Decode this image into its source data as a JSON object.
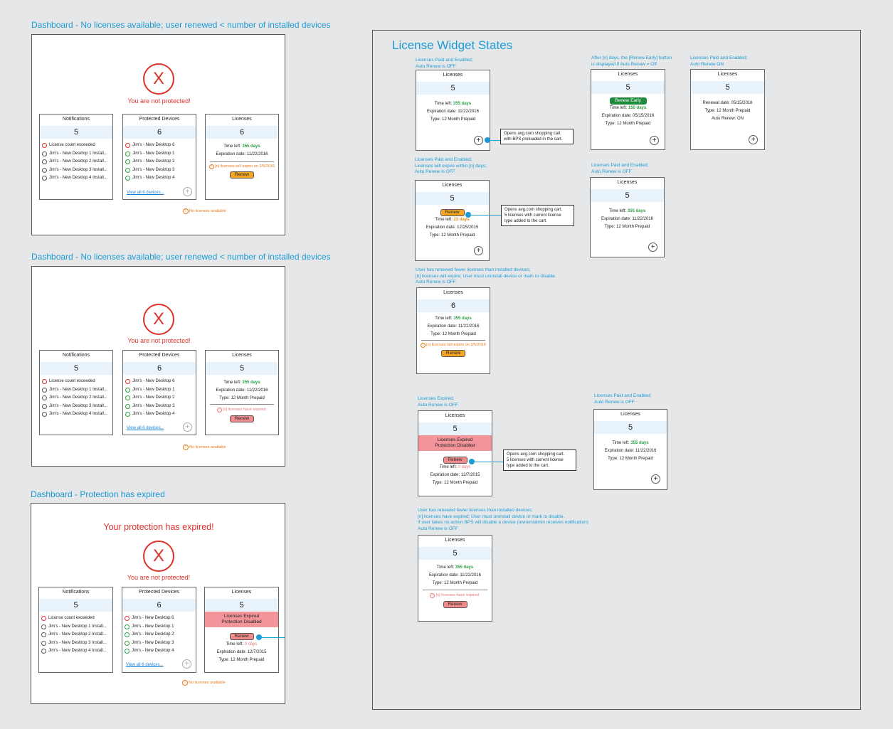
{
  "dash1": {
    "title": "Dashboard - No licenses available; user renewed < number of installed devices",
    "not_protected": "You are not protected!",
    "x": "X",
    "notif": {
      "title": "Notifications",
      "count": "5",
      "items": [
        "License count exceeded",
        "Jim's - New Desktop 1 Install...",
        "Jim's - New Desktop 2 Install...",
        "Jim's - New Desktop 3 Install...",
        "Jim's - New Desktop 4 Install..."
      ]
    },
    "devices": {
      "title": "Protected Devices",
      "count": "6",
      "items": [
        "Jim's - New Desktop 6",
        "Jim's - New Desktop 1",
        "Jim's - New Desktop 2",
        "Jim's - New Desktop 3",
        "Jim's - New Desktop 4"
      ],
      "view_all": "View all 6 devices..."
    },
    "lic": {
      "title": "Licenses",
      "count": "6",
      "time_label": "Time left:",
      "time_value": "355 days",
      "exp_label": "Expiration date:",
      "exp_value": "11/22/2016",
      "warn": "[n] licenses will expire on 2/5/2016",
      "renew": "Renew"
    },
    "nolic": "No licenses available"
  },
  "dash2": {
    "title": "Dashboard - No licenses available; user renewed < number of installed devices",
    "not_protected": "You are not protected!",
    "x": "X",
    "notif": {
      "title": "Notifications",
      "count": "5",
      "items": [
        "License count exceeded",
        "Jim's - New Desktop 1 Install...",
        "Jim's - New Desktop 2 Install...",
        "Jim's - New Desktop 3 Install...",
        "Jim's - New Desktop 4 Install..."
      ]
    },
    "devices": {
      "title": "Protected Devices",
      "count": "6",
      "items": [
        "Jim's - New Desktop 6",
        "Jim's - New Desktop 1",
        "Jim's - New Desktop 2",
        "Jim's - New Desktop 3",
        "Jim's - New Desktop 4"
      ],
      "view_all": "View all 6 devices..."
    },
    "lic": {
      "title": "Licenses",
      "count": "5",
      "time_label": "Time left:",
      "time_value": "355 days",
      "exp_label": "Expiration date:",
      "exp_value": "11/22/2016",
      "type": "Type: 12 Month Prepaid",
      "warn": "[n] licenses have expired.",
      "renew": "Renew"
    },
    "nolic": "No licenses available"
  },
  "dash3": {
    "title": "Dashboard - Protection has expired",
    "expired": "Your protection has expired!",
    "not_protected": "You are not protected!",
    "x": "X",
    "notif": {
      "title": "Notifications",
      "count": "5",
      "items": [
        "License count exceeded",
        "Jim's - New Desktop 1 Install...",
        "Jim's - New Desktop 2 Install...",
        "Jim's - New Desktop 3 Install...",
        "Jim's - New Desktop 4 Install..."
      ]
    },
    "devices": {
      "title": "Protected Devices",
      "count": "6",
      "items": [
        "Jim's - New Desktop 6",
        "Jim's - New Desktop 1",
        "Jim's - New Desktop 2",
        "Jim's - New Desktop 3",
        "Jim's - New Desktop 4"
      ],
      "view_all": "View all 6 devices..."
    },
    "lic": {
      "title": "Licenses",
      "count": "5",
      "banner1": "Licenses Expired",
      "banner2": "Protection Disabled",
      "renew": "Renew",
      "time_label": "Time left:",
      "time_value": "0 days",
      "exp_label": "Expiration date:",
      "exp_value": "12/7/2015",
      "type": "Type: 12 Month Prepaid"
    },
    "nolic": "No licenses available"
  },
  "panel": {
    "title": "License Widget States",
    "w1": {
      "note": [
        "Licenses Paid and Enabled;",
        "Auto Renew is OFF"
      ],
      "title": "Licenses",
      "count": "5",
      "time_label": "Time left:",
      "time_value": "355 days",
      "exp": "Expiration date: 11/22/2016",
      "type": "Type: 12 Month Prepaid",
      "callout": [
        "Opens avg.com shopping cart",
        "with BPS preloaded in the cart."
      ]
    },
    "w2": {
      "note": [
        "Licenses Paid and Enabled;",
        "Licenses will expire within [n] days;",
        "Auto Renew is OFF"
      ],
      "title": "Licenses",
      "count": "5",
      "renew": "Renew",
      "time_label": "Time left:",
      "time_value": "23 days",
      "exp": "Expiration date: 12/25/2015",
      "type": "Type: 12 Month Prepaid",
      "callout": [
        "Opens avg.com shopping cart.",
        "5 licenses with current license",
        "type added to the cart."
      ]
    },
    "w3": {
      "note": [
        "User has renewed fewer licenses than installed devices;",
        "[n] licenses will expire; User must uninstall device or mark to disable.",
        "Auto Renew is OFF"
      ],
      "title": "Licenses",
      "count": "6",
      "time_label": "Time left:",
      "time_value": "355 days",
      "exp": "Expiration date: 11/22/2016",
      "type": "Type: 12 Month Prepaid",
      "warn": "[n] licenses will expire on 2/5/2016",
      "renew": "Renew"
    },
    "w4": {
      "note": [
        "Licenses Expired;",
        "Auto Renew is OFF"
      ],
      "title": "Licenses",
      "count": "5",
      "banner1": "Licenses Expired",
      "banner2": "Protection Disabled",
      "renew": "Renew",
      "time_label": "Time left:",
      "time_value": "0 days",
      "exp": "Expiration date: 12/7/2015",
      "type": "Type: 12 Month Prepaid",
      "callout": [
        "Opens avg.com shopping cart.",
        "5 licenses with current license",
        "type added to the cart."
      ]
    },
    "w5": {
      "note": [
        "User has renewed fewer licenses than installed devices;",
        "[n] licenses have expired; User must uninstall device or mark to disable.",
        "If user takes no action BPS will disable a device (owner/admin receives notification)",
        "Auto Renew is OFF"
      ],
      "title": "Licenses",
      "count": "5",
      "time_label": "Time left:",
      "time_value": "355 days",
      "exp": "Expiration date: 11/22/2016",
      "type": "Type: 12 Month Prepaid",
      "warn": "[n] licenses have expired.",
      "renew": "Renew"
    },
    "w6": {
      "note": [
        "After [n] days, the [Renew Early] button",
        "is displayed if Auto Renew = Off"
      ],
      "title": "Licenses",
      "count": "5",
      "renew_early": "Renew Early",
      "time_label": "Time left:",
      "time_value": "150 days",
      "exp": "Expiration date: 05/15/2016",
      "type": "Type: 12 Month Prepaid"
    },
    "w7": {
      "note": [
        "Licenses Paid and Enabled;",
        "Auto Renew is OFF"
      ],
      "title": "Licenses",
      "count": "5",
      "time_label": "Time left:",
      "time_value": "355 days",
      "exp": "Expiration date: 11/22/2016",
      "type": "Type: 12 Month Prepaid"
    },
    "w8": {
      "note": [
        "Licenses Paid and Enabled;",
        "Auto Renew is OFF"
      ],
      "title": "Licenses",
      "count": "5",
      "time_label": "Time left:",
      "time_value": "355 days",
      "exp": "Expiration date: 11/22/2016",
      "type": "Type: 12 Month Prepaid"
    },
    "w9": {
      "note": [
        "Licenses Paid and Enabled;",
        "Auto Renew ON"
      ],
      "title": "Licenses",
      "count": "5",
      "renewal": "Renewal date: 05/15/2016",
      "type": "Type: 12 Month Prepaid",
      "auto": "Auto Renew: ON"
    }
  }
}
